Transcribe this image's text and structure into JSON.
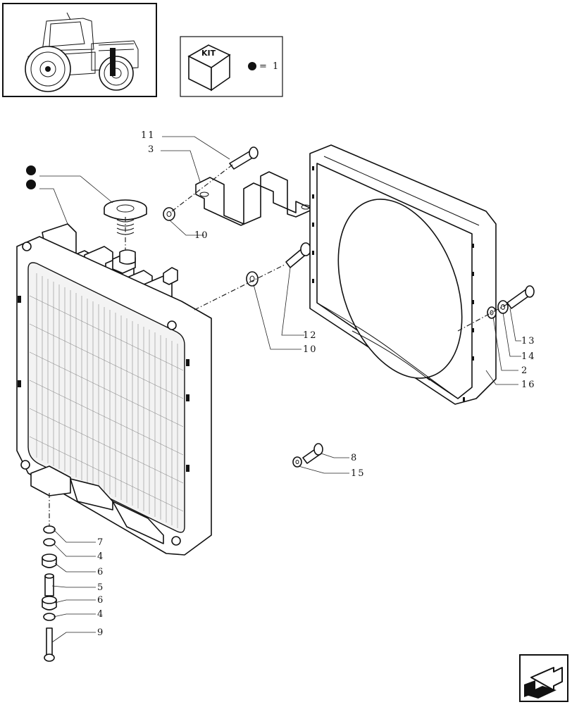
{
  "kit_legend": {
    "box_label": "KIT",
    "symbol": "black-dot",
    "equals_text": "= 1"
  },
  "callouts": {
    "c11": "11",
    "c3": "3",
    "c10a": "10",
    "c12": "12",
    "c10b": "10",
    "c13": "13",
    "c14": "14",
    "c2": "2",
    "c16": "16",
    "c8": "8",
    "c15": "15",
    "c7": "7",
    "c4a": "4",
    "c6a": "6",
    "c5": "5",
    "c6b": "6",
    "c4b": "4",
    "c9": "9"
  },
  "colors": {
    "ink": "#111111",
    "paper": "#ffffff"
  },
  "icons": {
    "tractor_thumbnail": "tractor-icon",
    "kit_box": "cube-icon",
    "next_page": "arrow-icon"
  }
}
